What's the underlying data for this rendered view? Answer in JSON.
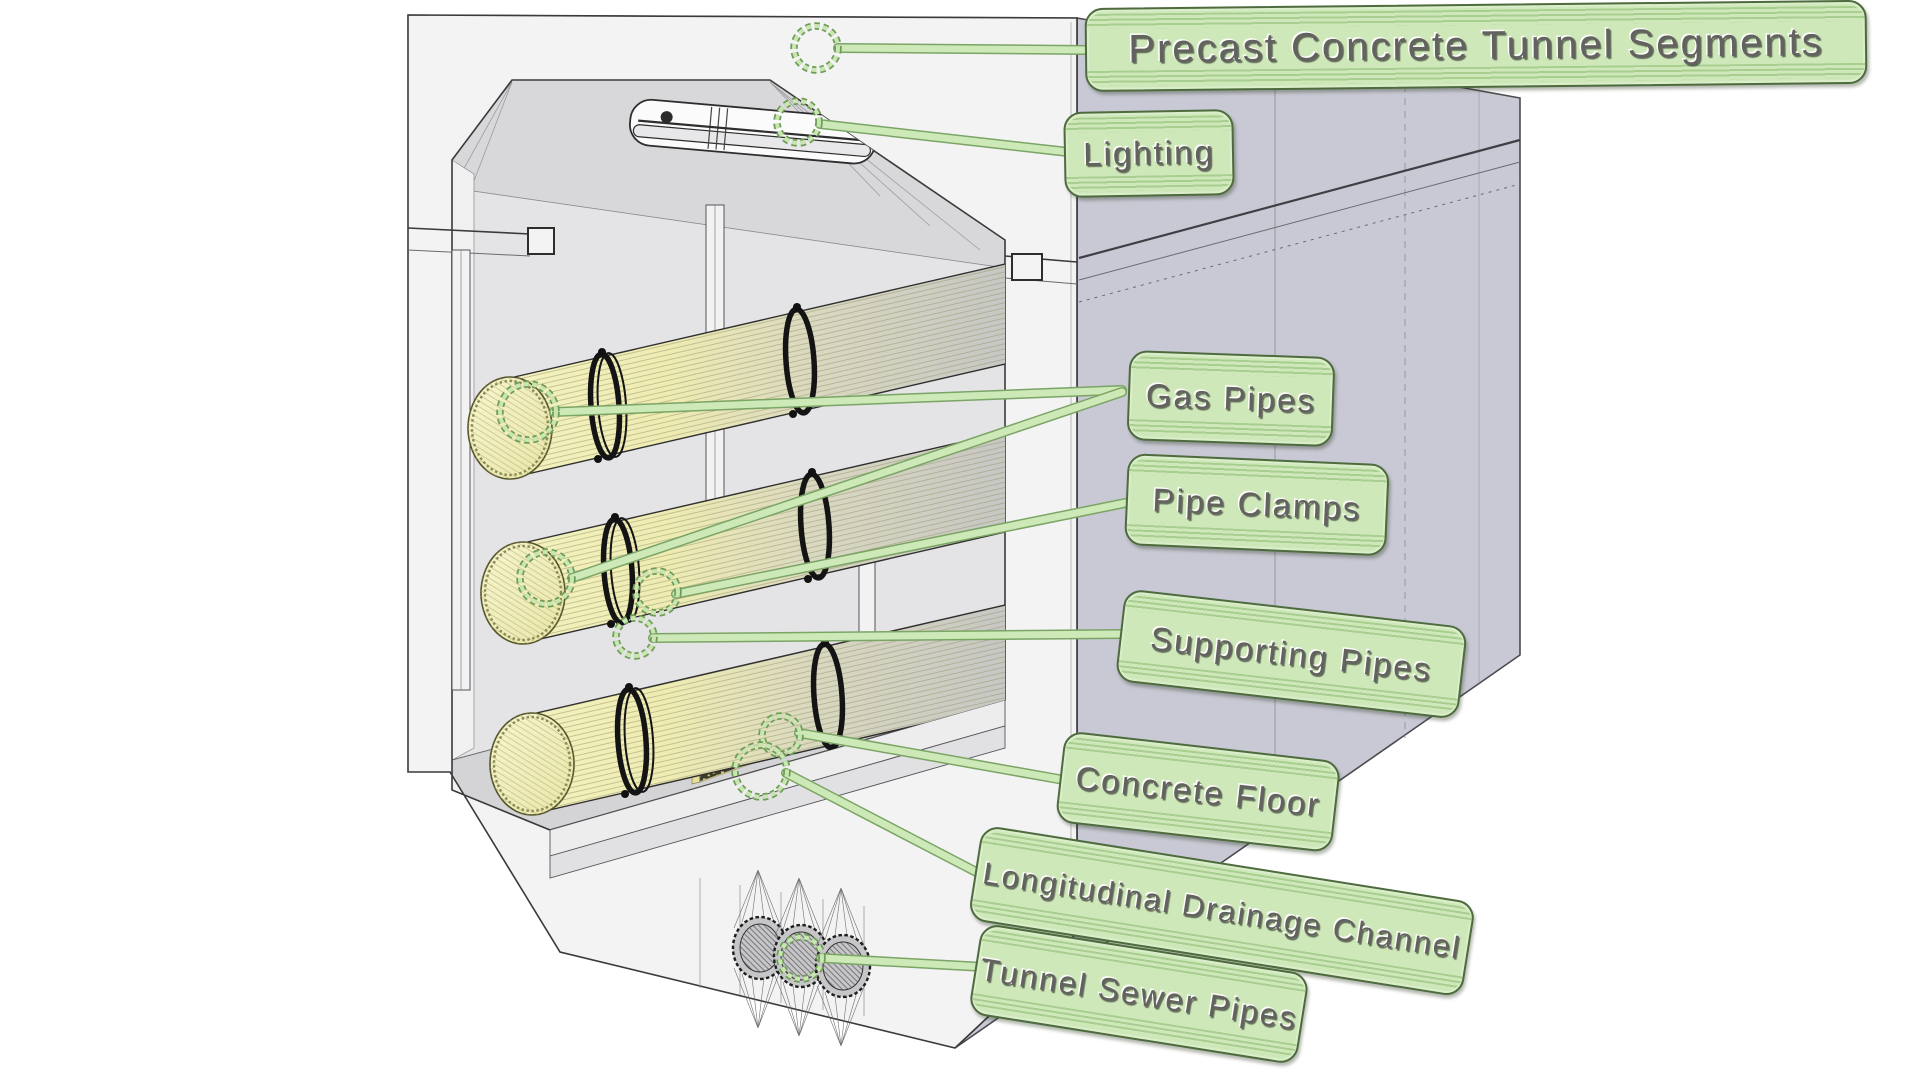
{
  "figure": {
    "kind": "3D cutaway technical illustration",
    "subject": "Utility tunnel cross-section with labeled components"
  },
  "colors": {
    "label_fill": "#cfe8ba",
    "label_ridge": "#a3cb8b",
    "label_border": "#4e6b3e",
    "label_text": "#62625e",
    "leader_fill": "#cde9b8",
    "leader_stroke": "#7ba465",
    "callout_stroke": "#6f9d58",
    "callout_fill": "#c9e6b2",
    "pipe_yellow": "#f3f1bd",
    "pipe_gray": "#c8c8c6",
    "side_wall": "#c9c9d5",
    "interior_wall": "#e6e6e8",
    "floor": "#d4d4d6",
    "grate_dark": "#3b3b2b",
    "grate_dot": "#d9d06c",
    "background": "#ffffff"
  },
  "annotations": [
    {
      "id": "precast",
      "text": "Precast Concrete Tunnel Segments"
    },
    {
      "id": "lighting",
      "text": "Lighting"
    },
    {
      "id": "gas",
      "text": "Gas Pipes"
    },
    {
      "id": "clamps",
      "text": "Pipe Clamps"
    },
    {
      "id": "support",
      "text": "Supporting Pipes"
    },
    {
      "id": "floor",
      "text": "Concrete Floor"
    },
    {
      "id": "drainage",
      "text": "Longitudinal Drainage Channel"
    },
    {
      "id": "sewer",
      "text": "Tunnel Sewer Pipes"
    }
  ]
}
